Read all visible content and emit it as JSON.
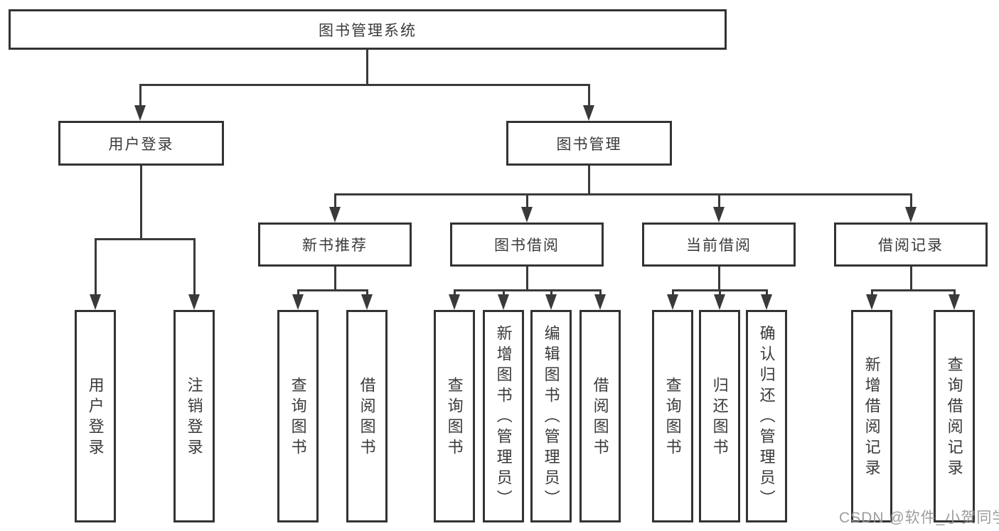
{
  "diagram_title": "图书管理系统",
  "tree": {
    "label": "图书管理系统",
    "children": [
      {
        "label": "用户登录",
        "children": [
          {
            "label": "用户登录"
          },
          {
            "label": "注销登录"
          }
        ]
      },
      {
        "label": "图书管理",
        "children": [
          {
            "label": "新书推荐",
            "children": [
              {
                "label": "查询图书"
              },
              {
                "label": "借阅图书"
              }
            ]
          },
          {
            "label": "图书借阅",
            "children": [
              {
                "label": "查询图书"
              },
              {
                "label": "新增图书（管理员）"
              },
              {
                "label": "编辑图书（管理员）"
              },
              {
                "label": "借阅图书"
              }
            ]
          },
          {
            "label": "当前借阅",
            "children": [
              {
                "label": "查询图书"
              },
              {
                "label": "归还图书"
              },
              {
                "label": "确认归还（管理员）"
              }
            ]
          },
          {
            "label": "借阅记录",
            "children": [
              {
                "label": "新增借阅记录"
              },
              {
                "label": "查询借阅记录"
              }
            ]
          }
        ]
      }
    ]
  },
  "watermark": {
    "text": "CSDN @软件_小贺同学"
  },
  "colors": {
    "line": "#3a3a3a",
    "box_border": "#333333",
    "text": "#3a3a3a",
    "watermark": "#949494",
    "background": "#ffffff"
  }
}
